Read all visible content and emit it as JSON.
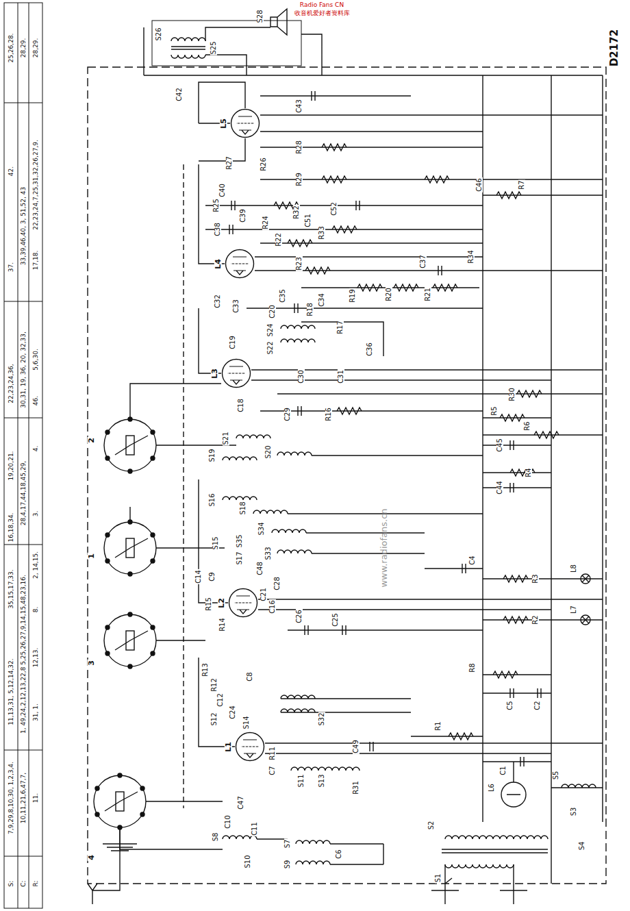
{
  "diagram": {
    "nodes": [
      {
        "text": [
          "L1"
        ]
      },
      {
        "text": [
          "L2"
        ]
      },
      {
        "text": [
          "L3"
        ]
      },
      {
        "text": [
          "L4"
        ]
      },
      {
        "text": [
          "L5"
        ]
      }
    ],
    "labels": [
      "Radio Fans CN",
      "收音机爱好者资料库",
      "D2172",
      "www.radiofans.cn",
      "S:",
      "C:",
      "R:",
      "7,9,29,8,10,30, 1,2,3,4.",
      "11,13,31, 5,12,14,32.",
      "35,15,17,33.",
      "16,18,34.",
      "19,20,21.",
      "22,23,24,36,",
      "37.",
      "42.",
      "25,26,28.",
      "10,11,21,6,47,7,",
      "1, 49,24,2,12,13,22,8 5,25,26,27,9,14,15,48,23,16.",
      "28,4,17,44,18,45,29,",
      "30,31, 19, 36, 20, 32,33,",
      "33,39,46,40, 3, 51,52, 43",
      "28,29.",
      "11.",
      "31, 1.",
      "12,13.",
      "8.",
      "2, 14,15.",
      "3.",
      "4.",
      "46.",
      "5,6,30.",
      "17,18.",
      "22,23,24,7,25,31,32,26,27,9.",
      "28,29.",
      "4",
      "3",
      "1",
      "2",
      "S26",
      "S28",
      "S25",
      "C42",
      "C43",
      "R28",
      "R29",
      "R27",
      "R26",
      "C40",
      "R25",
      "C39",
      "C38",
      "R24",
      "R32",
      "C51",
      "C52",
      "R33",
      "R22",
      "C46",
      "R7",
      "R34",
      "R23",
      "C37",
      "C32",
      "C33",
      "C35",
      "C20",
      "R18",
      "C34",
      "R19",
      "R20",
      "R21",
      "R17",
      "S24",
      "S22",
      "C36",
      "C19",
      "C30",
      "C31",
      "R5",
      "R30",
      "R6",
      "C18",
      "C29",
      "R16",
      "C45",
      "C44",
      "R4",
      "S21",
      "S19",
      "S20",
      "S16",
      "S18",
      "S34",
      "S15",
      "S35",
      "S17",
      "S33",
      "C48",
      "C28",
      "C21",
      "C16",
      "C14",
      "C9",
      "R15",
      "R14",
      "C26",
      "C25",
      "C4",
      "R3",
      "L8",
      "R2",
      "L7",
      "R13",
      "C8",
      "R8",
      "C5",
      "C2",
      "R1",
      "C1",
      "S5",
      "L6",
      "R12",
      "C12",
      "C24",
      "S12",
      "S14",
      "S32",
      "C49",
      "S11",
      "S13",
      "R31",
      "R11",
      "C7",
      "C47",
      "C10",
      "C11",
      "C6",
      "S8",
      "S10",
      "S7",
      "S9",
      "S2",
      "S1",
      "S4",
      "S3"
    ]
  }
}
